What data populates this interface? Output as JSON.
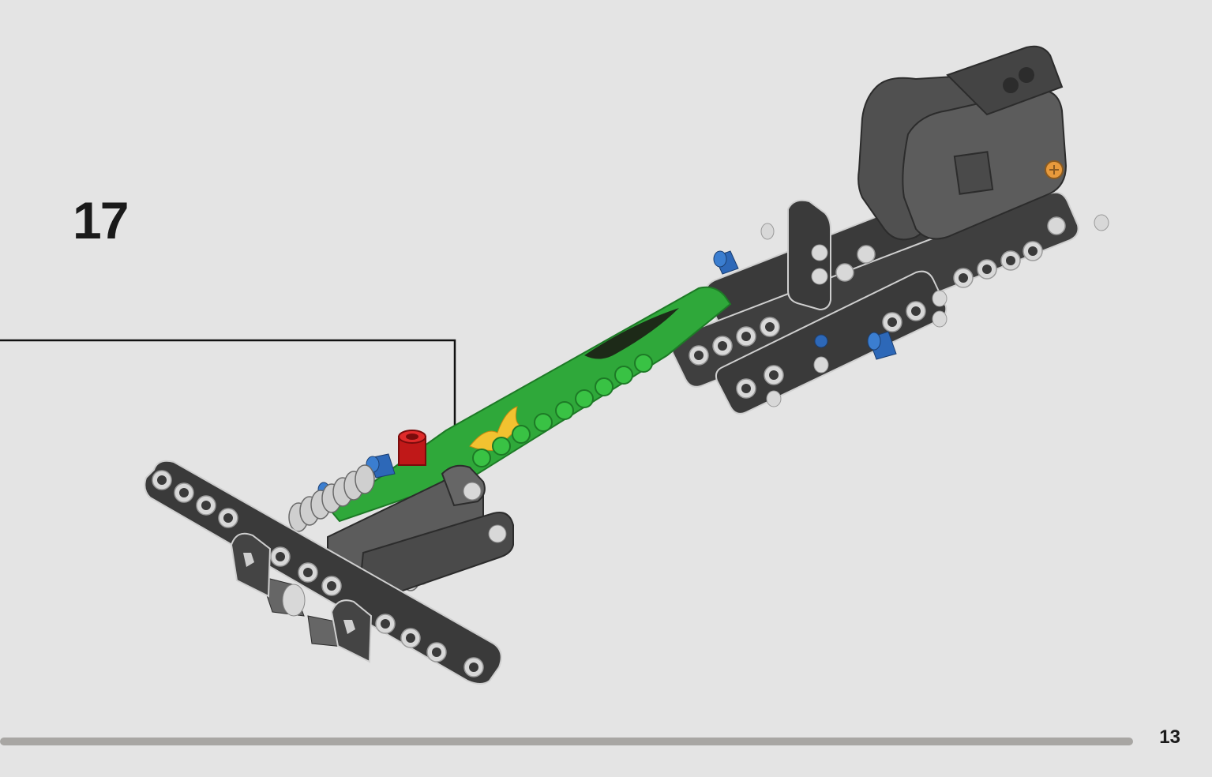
{
  "page": {
    "step_number": "17",
    "page_number": "13",
    "background_color": "#e4e4e4"
  },
  "progress": {
    "fraction_complete": 0.935,
    "track_color": "#a8a6a3"
  },
  "model": {
    "icons": [
      "callout-arrow-icon"
    ],
    "colors": {
      "beam_dark": "#3a3a3a",
      "beam_mid": "#5c5c5c",
      "hole_fill": "#d8d8d8",
      "green_panel": "#2fa83a",
      "green_dark": "#1d7a26",
      "flame_yellow": "#f2c230",
      "pin_blue": "#2d68b8",
      "pin_red": "#d21f1f",
      "spring": "#cfcfcf",
      "axle_orange": "#e89a3c"
    }
  }
}
